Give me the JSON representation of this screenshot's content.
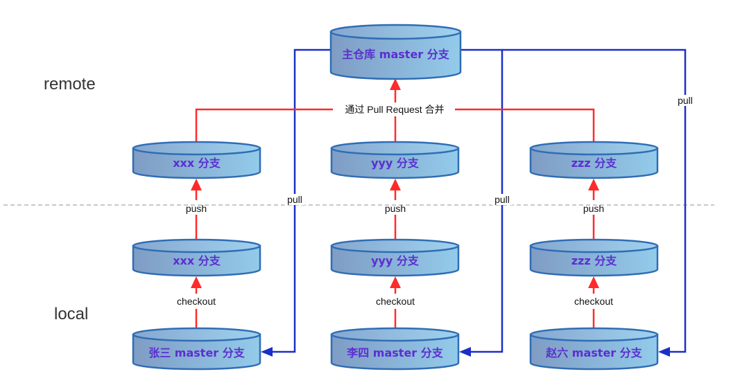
{
  "diagram": {
    "zones": {
      "remote": "remote",
      "local": "local"
    },
    "nodes": {
      "main": {
        "label": "主仓库 master 分支"
      },
      "remote_xxx": {
        "label": "xxx 分支"
      },
      "remote_yyy": {
        "label": "yyy 分支"
      },
      "remote_zzz": {
        "label": "zzz 分支"
      },
      "local_xxx": {
        "label": "xxx 分支"
      },
      "local_yyy": {
        "label": "yyy 分支"
      },
      "local_zzz": {
        "label": "zzz 分支"
      },
      "master_zhangsan": {
        "label": "张三 master 分支"
      },
      "master_lisi": {
        "label": "李四 master 分支"
      },
      "master_zhaoliu": {
        "label": "赵六 master 分支"
      }
    },
    "edges": {
      "merge": "通过 Pull Request 合并",
      "push_xxx": "push",
      "push_yyy": "push",
      "push_zzz": "push",
      "checkout_xxx": "checkout",
      "checkout_yyy": "checkout",
      "checkout_zzz": "checkout",
      "pull_zhangsan": "pull",
      "pull_lisi": "pull",
      "pull_zhaoliu": "pull"
    },
    "colors": {
      "cylinder_fill_left": "#7f9cc4",
      "cylinder_fill_right": "#93cbea",
      "cylinder_stroke": "#2f6db5",
      "cylinder_text": "#5b2fd0",
      "merge_push_arrow": "#ff2a2a",
      "pull_arrow": "#1a2fc7",
      "divider": "#b5b5b5"
    }
  }
}
